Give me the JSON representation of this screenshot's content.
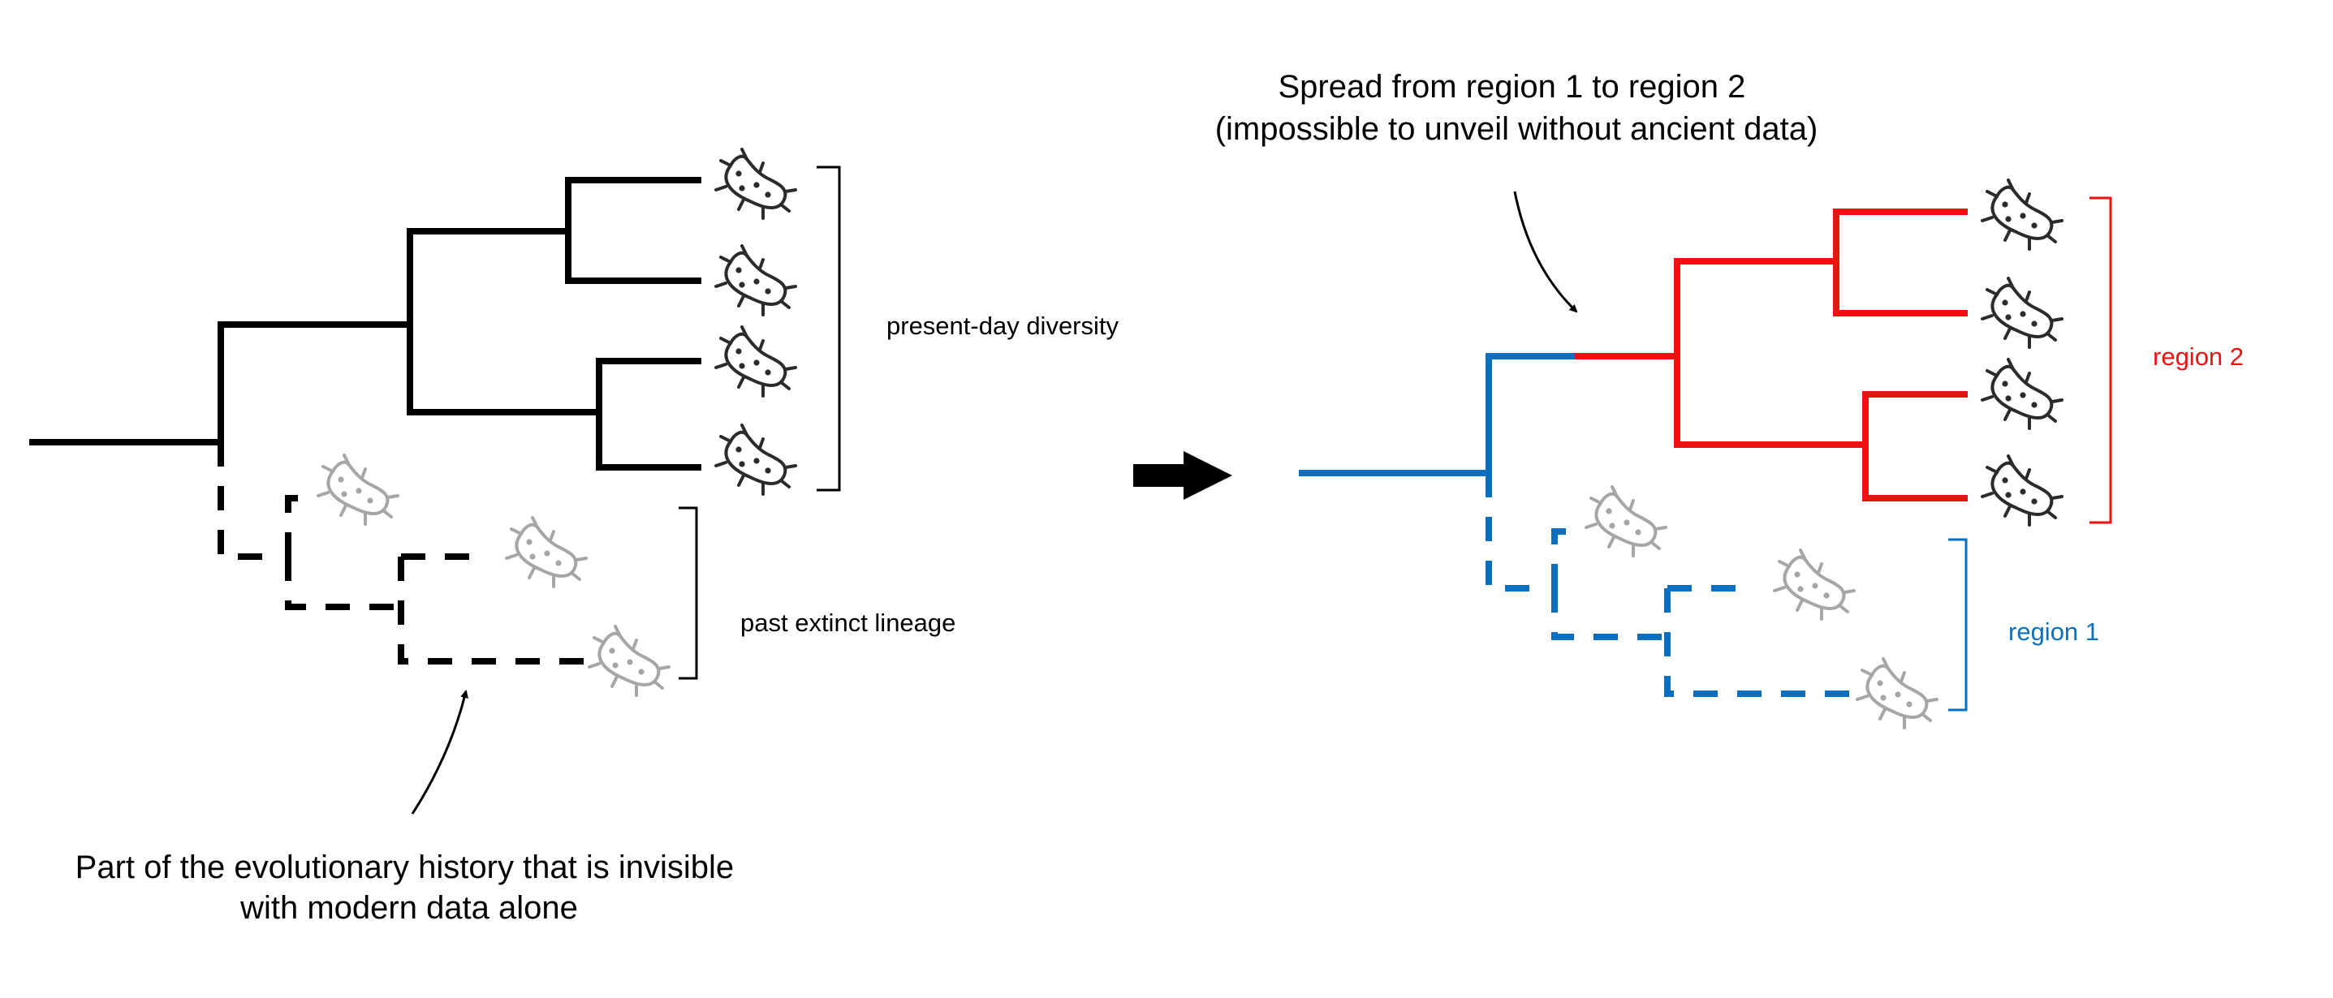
{
  "colors": {
    "present": "#000000",
    "extinct_icon": "#a6a6a6",
    "region1": "#0a6fbf",
    "region2": "#ee1111",
    "icon": "#2b2b2b"
  },
  "left_panel": {
    "present_label": "present-day diversity",
    "extinct_label": "past extinct lineage",
    "caption_lines": [
      "Part of the evolutionary history that is invisible",
      "with modern data alone"
    ]
  },
  "right_panel": {
    "caption_lines": [
      "Spread from region 1 to region 2",
      "(impossible to unveil without ancient data)"
    ],
    "region2_label": "region 2",
    "region1_label": "region 1"
  },
  "icons": {
    "organism": "bacterium-icon",
    "transition": "right-arrow-icon"
  }
}
